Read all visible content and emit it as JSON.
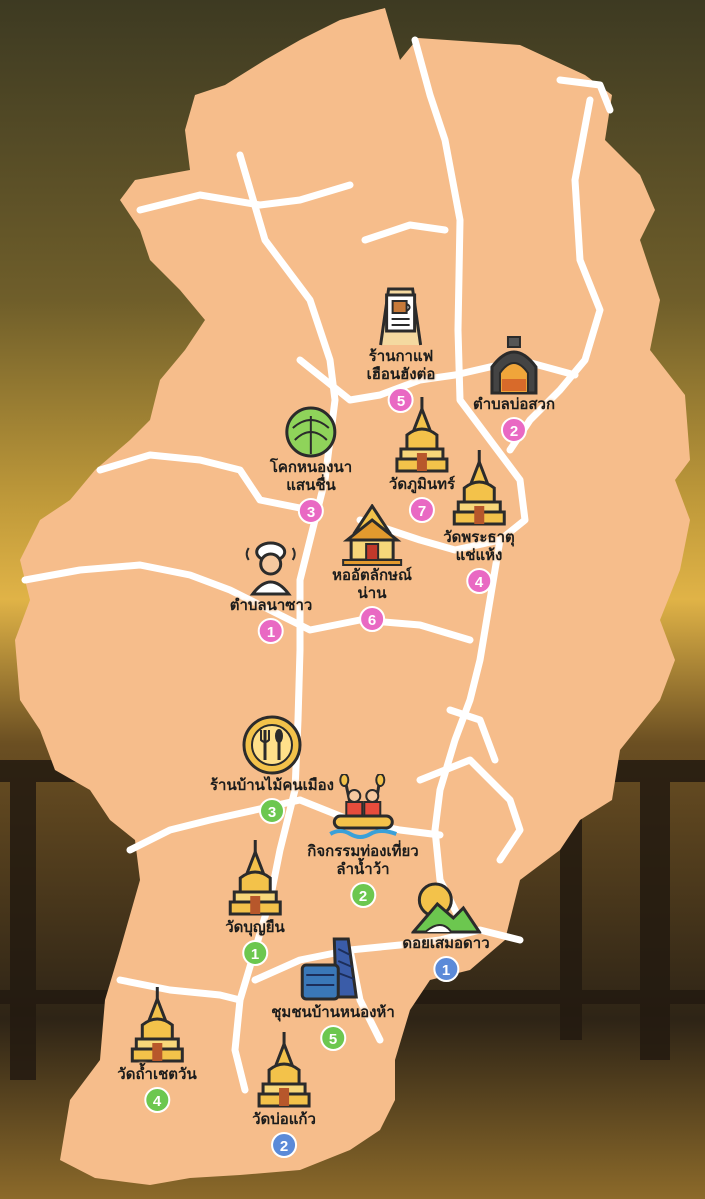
{
  "colors": {
    "land": "#f6bd8b",
    "roads": "#ffffff",
    "badge_pink": "#e969c3",
    "badge_green": "#6cc74f",
    "badge_blue": "#5b8ad8"
  },
  "places": [
    {
      "id": "cafe",
      "label_lines": [
        "ร้านกาแฟ",
        "เฮือนฮังต่อ"
      ],
      "badge": "5",
      "badge_color": "pink",
      "icon": "cafe-sign-icon"
    },
    {
      "id": "bosuak",
      "label_lines": [
        "ตำบลบ่อสวก"
      ],
      "badge": "2",
      "badge_color": "pink",
      "icon": "kiln-oven-icon"
    },
    {
      "id": "cabbage",
      "label_lines": [
        "โคกหนองนา",
        "แสนชื่น"
      ],
      "badge": "3",
      "badge_color": "pink",
      "icon": "cabbage-icon"
    },
    {
      "id": "phumin",
      "label_lines": [
        "วัดภูมินทร์"
      ],
      "badge": "7",
      "badge_color": "pink",
      "icon": "stupa-icon"
    },
    {
      "id": "phrathat",
      "label_lines": [
        "วัดพระธาตุ",
        "แช่แห้ง"
      ],
      "badge": "4",
      "badge_color": "pink",
      "icon": "stupa-icon"
    },
    {
      "id": "museum",
      "label_lines": [
        "หออัตลักษณ์",
        "น่าน"
      ],
      "badge": "6",
      "badge_color": "pink",
      "icon": "thai-pavilion-icon"
    },
    {
      "id": "nasao",
      "label_lines": [
        "ตำบลนาซาว"
      ],
      "badge": "1",
      "badge_color": "pink",
      "icon": "spa-person-icon"
    },
    {
      "id": "restaurant",
      "label_lines": [
        "ร้านบ้านไม้คนเมือง"
      ],
      "badge": "3",
      "badge_color": "green",
      "icon": "plate-cutlery-icon"
    },
    {
      "id": "rafting",
      "label_lines": [
        "กิจกรรมท่องเที่ยว",
        "ลำน้ำว้า"
      ],
      "badge": "2",
      "badge_color": "green",
      "icon": "rafting-icon"
    },
    {
      "id": "bunyuen",
      "label_lines": [
        "วัดบุญยืน"
      ],
      "badge": "1",
      "badge_color": "green",
      "icon": "stupa-icon"
    },
    {
      "id": "doi",
      "label_lines": [
        "ดอยเสมอดาว"
      ],
      "badge": "1",
      "badge_color": "blue",
      "icon": "mountain-sunrise-icon"
    },
    {
      "id": "nongha",
      "label_lines": [
        "ชุมชนบ้านหนองห้า"
      ],
      "badge": "5",
      "badge_color": "green",
      "icon": "textile-weaving-icon"
    },
    {
      "id": "tham",
      "label_lines": [
        "วัดถ้ำเชตวัน"
      ],
      "badge": "4",
      "badge_color": "green",
      "icon": "stupa-icon"
    },
    {
      "id": "bokaew",
      "label_lines": [
        "วัดบ่อแก้ว"
      ],
      "badge": "2",
      "badge_color": "blue",
      "icon": "stupa-icon"
    }
  ]
}
